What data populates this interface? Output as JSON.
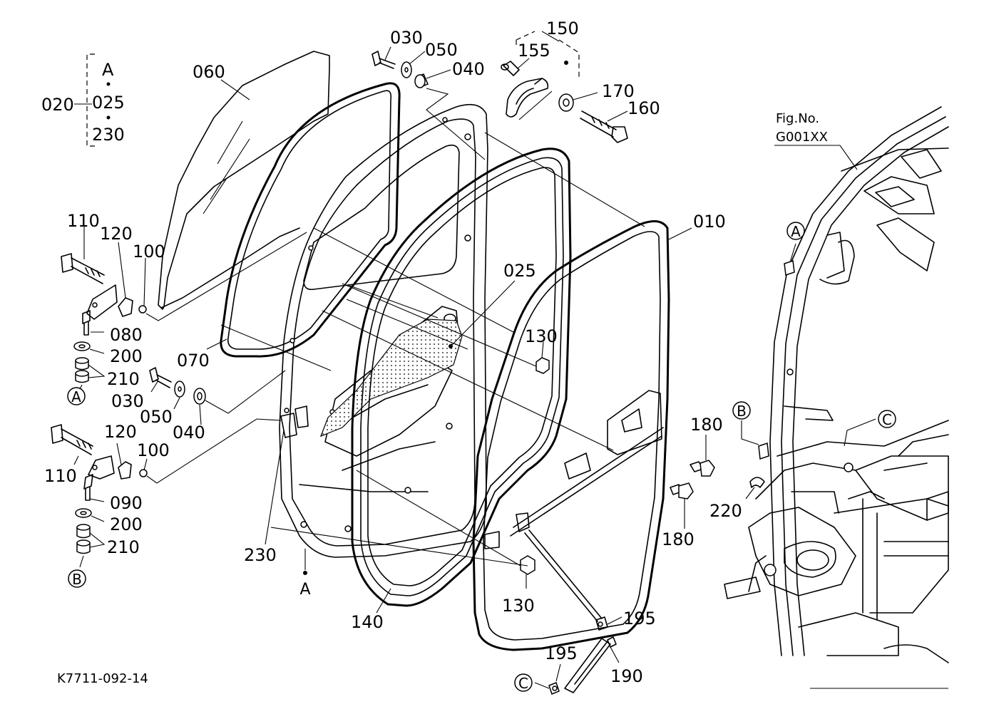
{
  "drawing": {
    "code": "K7711-092-14",
    "fig_ref": {
      "title": "Fig.No.",
      "number": "G001XX"
    }
  },
  "group_020": {
    "label": "020",
    "items": [
      "A",
      "025",
      "230"
    ]
  },
  "callouts": {
    "c010": "010",
    "c025": "025",
    "c030a": "030",
    "c030b": "030",
    "c040a": "040",
    "c040b": "040",
    "c050a": "050",
    "c050b": "050",
    "c060": "060",
    "c070": "070",
    "c080": "080",
    "c090": "090",
    "c100a": "100",
    "c100b": "100",
    "c110a": "110",
    "c110b": "110",
    "c120a": "120",
    "c120b": "120",
    "c130a": "130",
    "c130b": "130",
    "c140": "140",
    "c150": "150",
    "c155": "155",
    "c160": "160",
    "c170": "170",
    "c180a": "180",
    "c180b": "180",
    "c190": "190",
    "c195a": "195",
    "c195b": "195",
    "c200a": "200",
    "c200b": "200",
    "c210a": "210",
    "c210b": "210",
    "c220": "220",
    "c230": "230"
  },
  "markers": {
    "a_hinge": "A",
    "b_hinge": "B",
    "a_door": "A",
    "a_cab": "A",
    "b_cab": "B",
    "c_cab": "C",
    "c_damper": "C"
  }
}
